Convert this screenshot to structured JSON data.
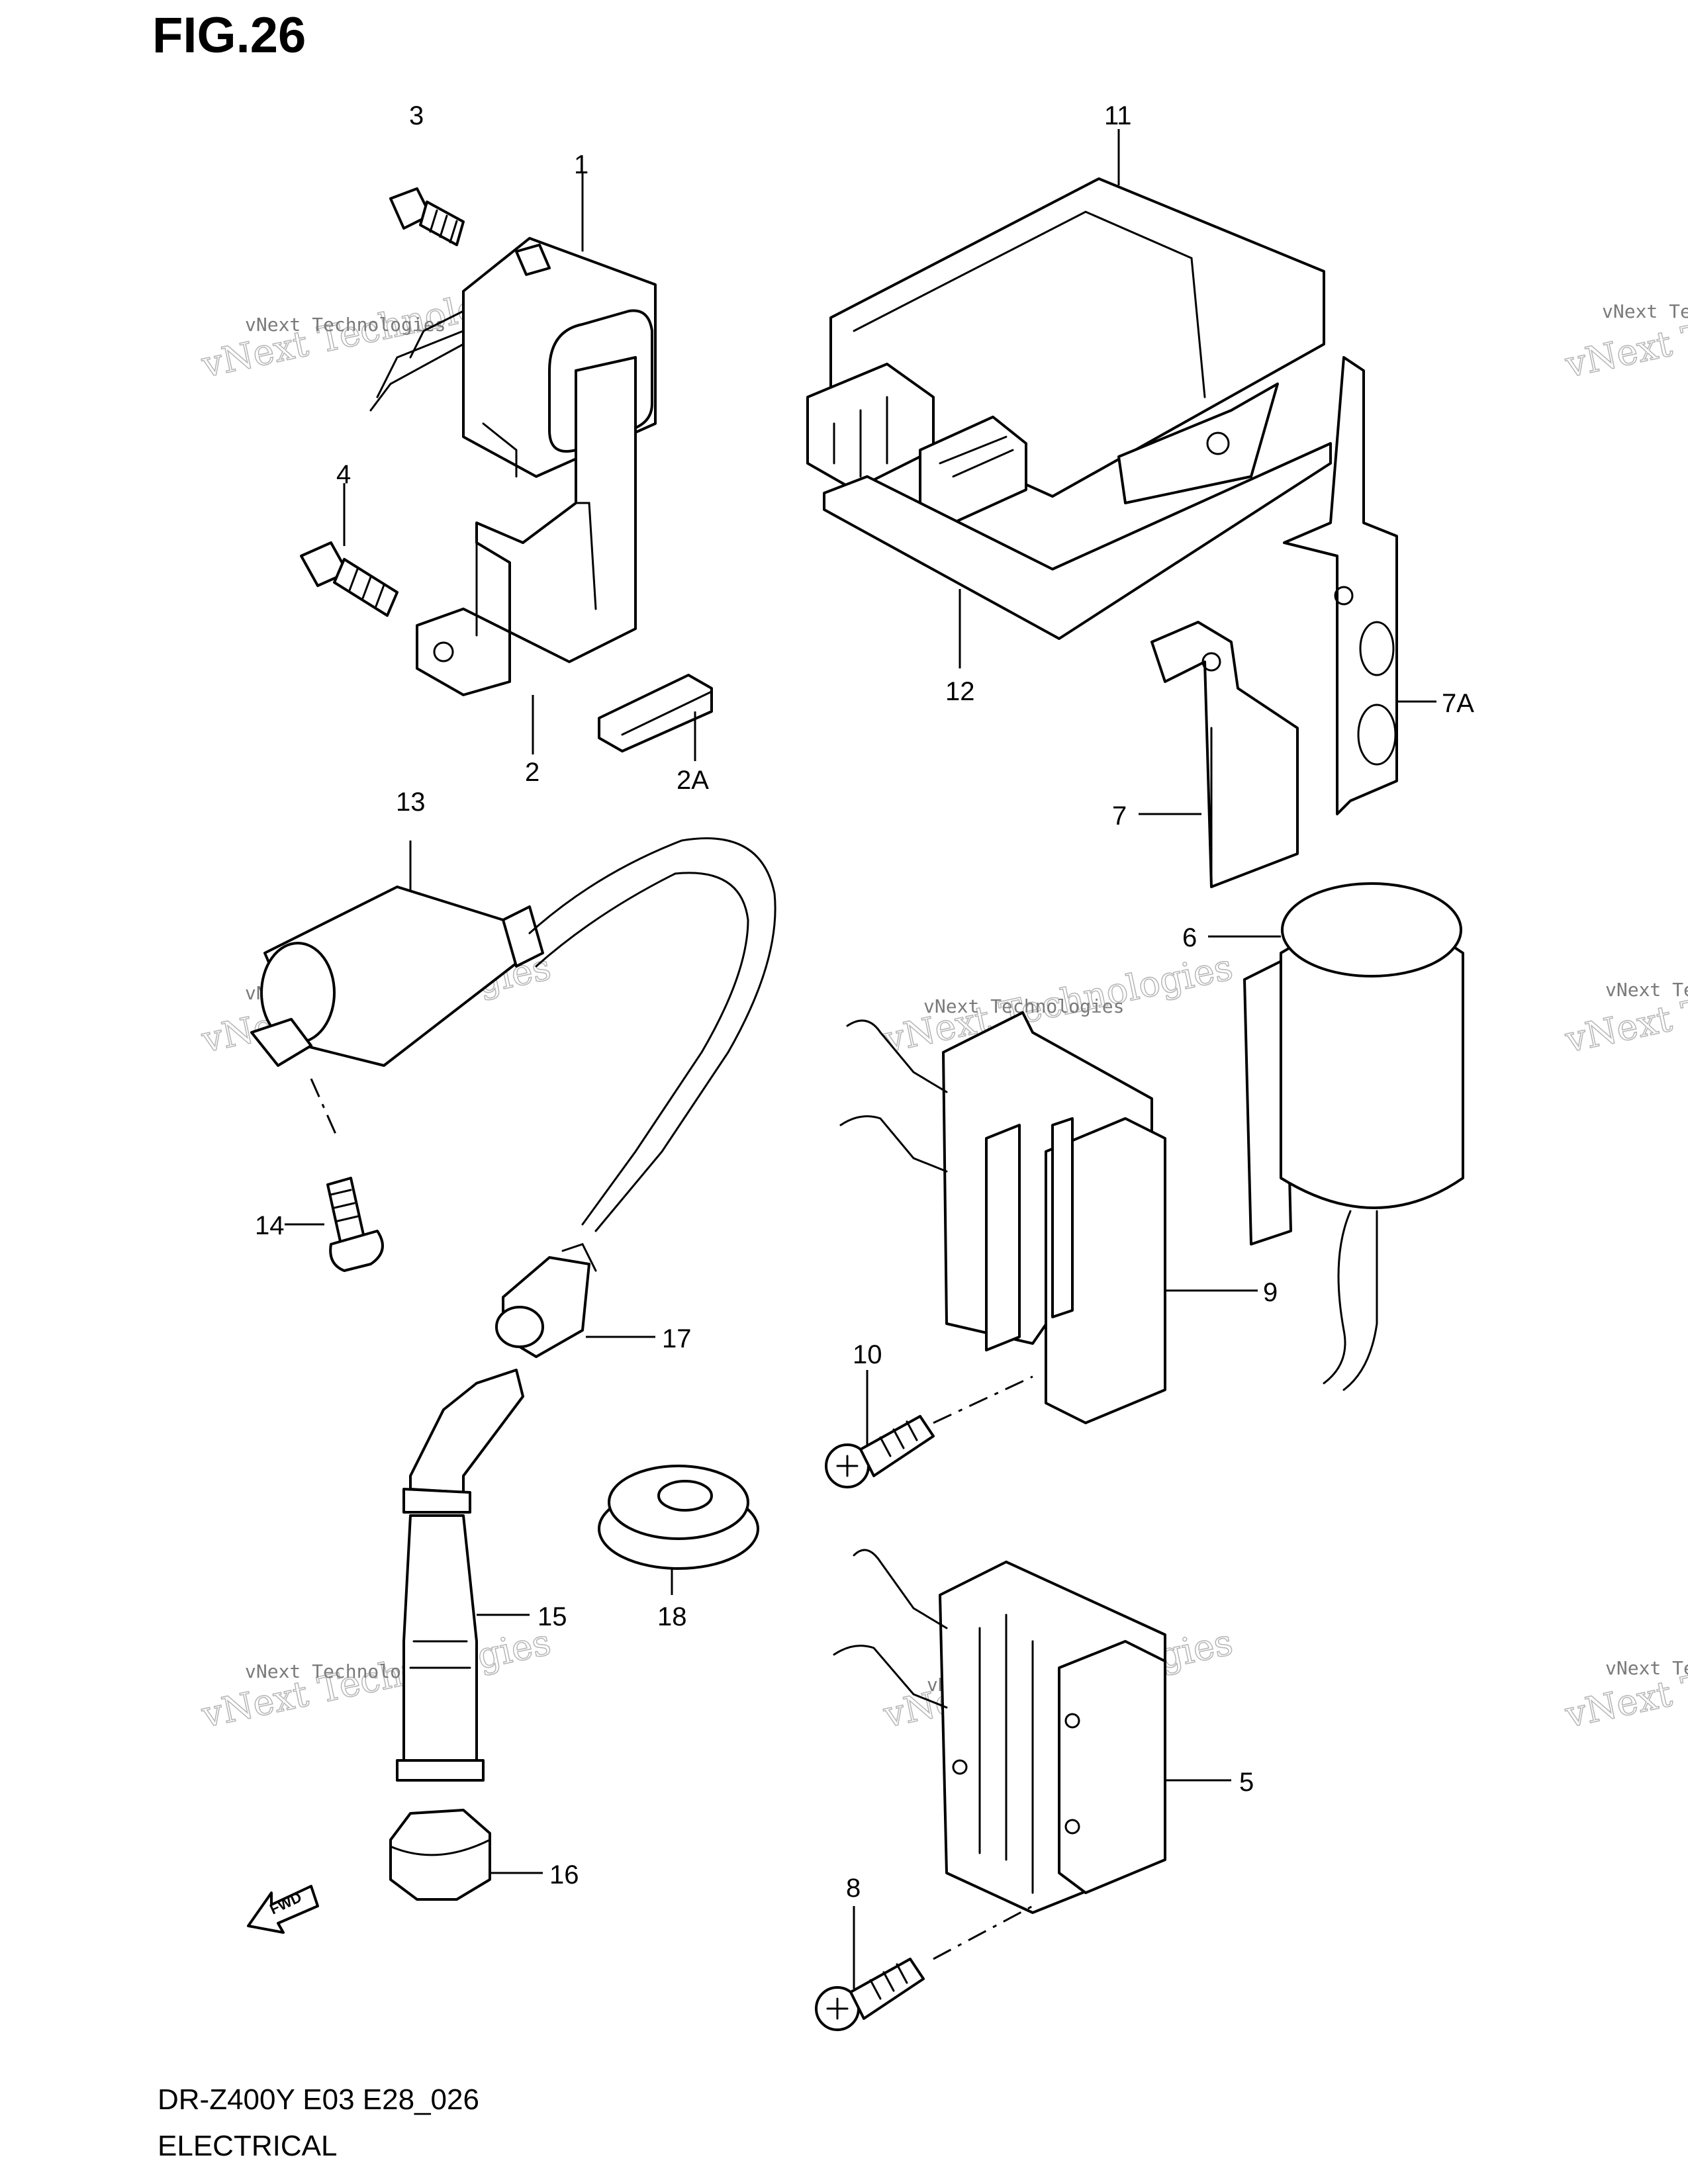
{
  "figure": {
    "title": "FIG.26",
    "model_line": "DR-Z400Y E03 E28_026",
    "section": "ELECTRICAL"
  },
  "watermark": {
    "small_text": "vNext Technologies",
    "big_text": "vNext Technologies"
  },
  "fwd_arrow": {
    "label": "FWD"
  },
  "parts": {
    "p1": "1",
    "p2": "2",
    "p2A": "2A",
    "p3": "3",
    "p4": "4",
    "p5": "5",
    "p6": "6",
    "p7": "7",
    "p7A": "7A",
    "p8": "8",
    "p9": "9",
    "p10": "10",
    "p11": "11",
    "p12": "12",
    "p13": "13",
    "p14": "14",
    "p15": "15",
    "p16": "16",
    "p17": "17",
    "p18": "18"
  }
}
